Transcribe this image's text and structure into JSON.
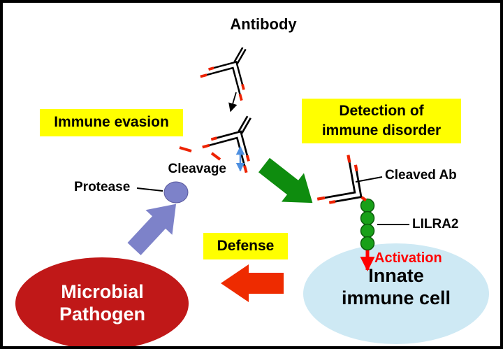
{
  "diagram": {
    "labels": {
      "antibody": "Antibody",
      "immune_evasion": "Immune evasion",
      "detection_line1": "Detection of",
      "detection_line2": "immune disorder",
      "cleavage": "Cleavage",
      "protease": "Protease",
      "cleaved_ab": "Cleaved Ab",
      "lilra2": "LILRA2",
      "activation": "Activation",
      "defense": "Defense",
      "innate_cell_line1": "Innate",
      "innate_cell_line2": "immune cell",
      "pathogen_line1": "Microbial",
      "pathogen_line2": "Pathogen"
    },
    "icons": {
      "antibody_intact": "antibody-y-icon",
      "antibody_being_cleaved": "antibody-y-icon",
      "cleaved_antibody": "cleaved-antibody-icon",
      "lilra2_receptor": "bead-chain-icon",
      "protease_enzyme": "oval-enzyme-icon"
    },
    "colors": {
      "highlight_yellow": "#FFFF00",
      "green_arrow": "#0E8C0E",
      "red_arrow": "#EE2B00",
      "purple": "#7D82C9",
      "pathogen_red": "#C01818",
      "cell_blue": "#CEE9F4",
      "activation_red": "#FF0000",
      "bead_green": "#18A018",
      "ab_tip_red": "#ED2200",
      "cleave_blue": "#4D8FE0"
    }
  }
}
